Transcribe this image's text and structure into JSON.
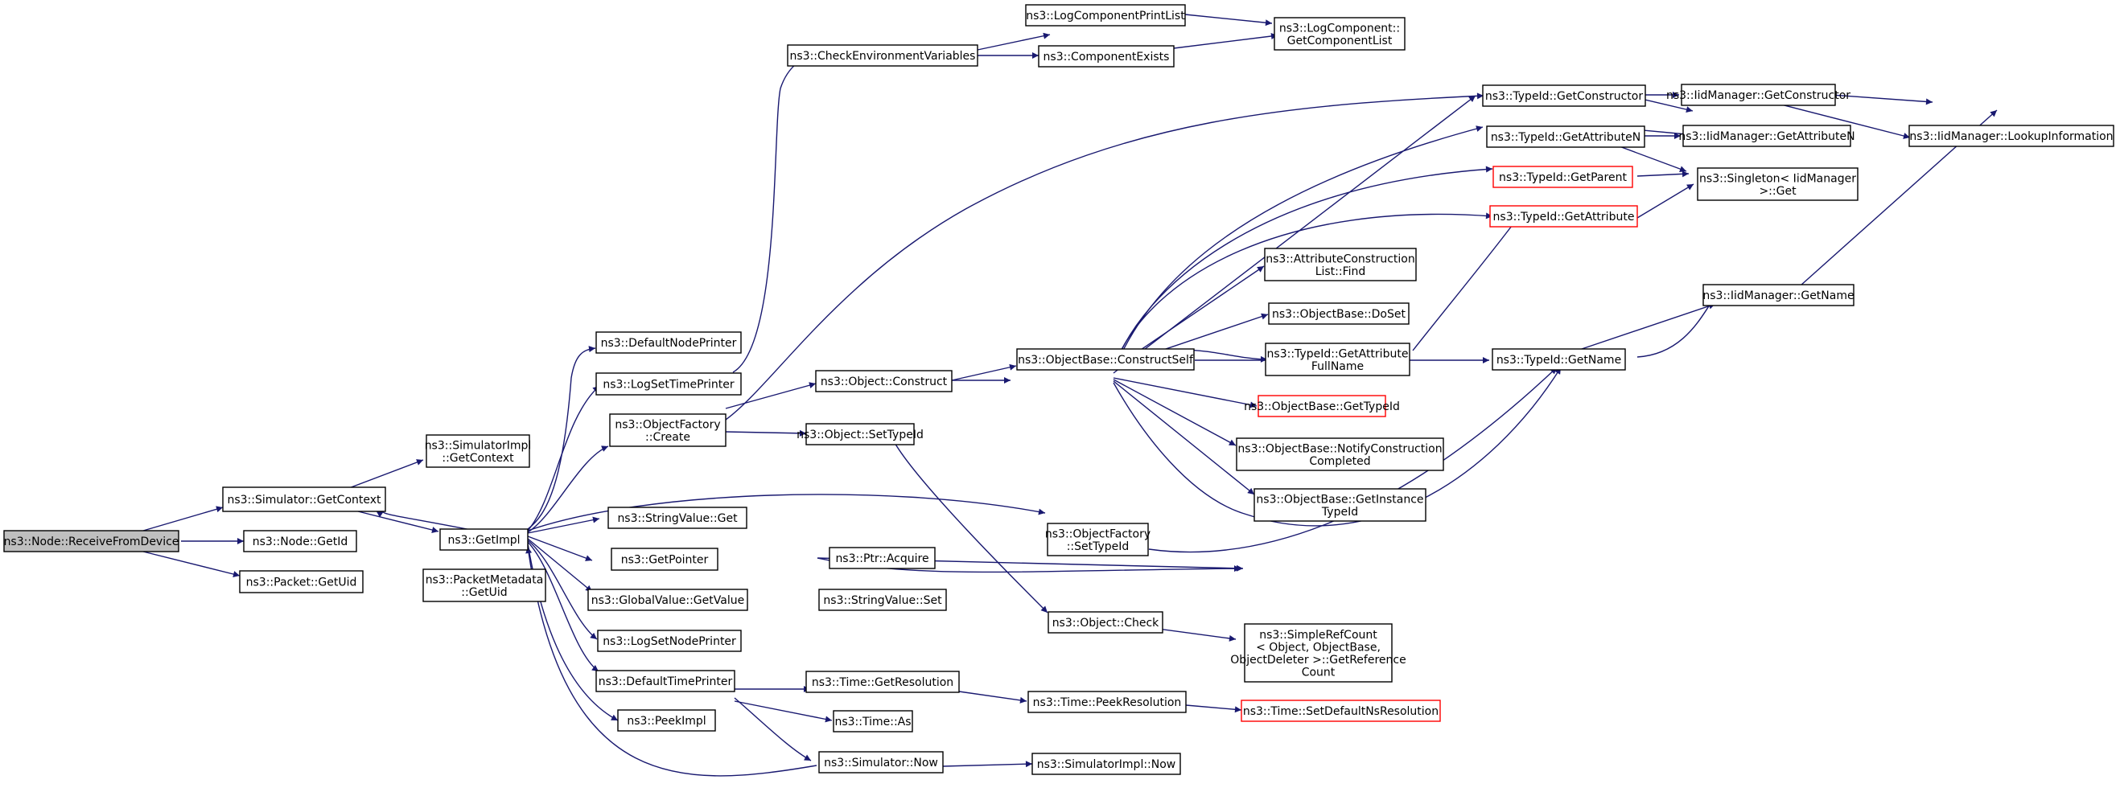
{
  "colors": {
    "edge": "#191970",
    "root_fill": "#bfbfbf",
    "truncated_border": "#ff0000"
  },
  "nodes": [
    {
      "id": "receive",
      "lines": [
        "ns3::Node::ReceiveFromDevice"
      ],
      "style": "root"
    },
    {
      "id": "getcontext",
      "lines": [
        "ns3::Simulator::GetContext"
      ]
    },
    {
      "id": "getid",
      "lines": [
        "ns3::Node::GetId"
      ]
    },
    {
      "id": "packetgetuid",
      "lines": [
        "ns3::Packet::GetUid"
      ]
    },
    {
      "id": "pmgetuid",
      "lines": [
        "ns3::PacketMetadata",
        "::GetUid"
      ]
    },
    {
      "id": "simimplgetcontext",
      "lines": [
        "ns3::SimulatorImpl",
        "::GetContext"
      ]
    },
    {
      "id": "getimpl",
      "lines": [
        "ns3::GetImpl"
      ]
    },
    {
      "id": "defaultnodeprinter",
      "lines": [
        "ns3::DefaultNodePrinter"
      ]
    },
    {
      "id": "logsettimeprinter",
      "lines": [
        "ns3::LogSetTimePrinter"
      ]
    },
    {
      "id": "objfactorycreate",
      "lines": [
        "ns3::ObjectFactory",
        "::Create"
      ]
    },
    {
      "id": "stringvalueget",
      "lines": [
        "ns3::StringValue::Get"
      ]
    },
    {
      "id": "getpointer",
      "lines": [
        "ns3::GetPointer"
      ]
    },
    {
      "id": "globalvaluegetvalue",
      "lines": [
        "ns3::GlobalValue::GetValue"
      ]
    },
    {
      "id": "logsetnodeprinter",
      "lines": [
        "ns3::LogSetNodePrinter"
      ]
    },
    {
      "id": "defaulttimeprinter",
      "lines": [
        "ns3::DefaultTimePrinter"
      ]
    },
    {
      "id": "peekimpl",
      "lines": [
        "ns3::PeekImpl"
      ]
    },
    {
      "id": "checkenv",
      "lines": [
        "ns3::CheckEnvironmentVariables"
      ]
    },
    {
      "id": "logcompprintlist",
      "lines": [
        "ns3::LogComponentPrintList"
      ]
    },
    {
      "id": "componentexists",
      "lines": [
        "ns3::ComponentExists"
      ]
    },
    {
      "id": "logcompgetlist",
      "lines": [
        "ns3::LogComponent::",
        "GetComponentList"
      ]
    },
    {
      "id": "objectconstruct",
      "lines": [
        "ns3::Object::Construct"
      ]
    },
    {
      "id": "objectsettypeid",
      "lines": [
        "ns3::Object::SetTypeId"
      ]
    },
    {
      "id": "ptracquire",
      "lines": [
        "ns3::Ptr::Acquire"
      ]
    },
    {
      "id": "stringvalueset",
      "lines": [
        "ns3::StringValue::Set"
      ]
    },
    {
      "id": "timegetresolution",
      "lines": [
        "ns3::Time::GetResolution"
      ]
    },
    {
      "id": "timeas",
      "lines": [
        "ns3::Time::As"
      ]
    },
    {
      "id": "simulatornow",
      "lines": [
        "ns3::Simulator::Now"
      ]
    },
    {
      "id": "objfactorysettypeid",
      "lines": [
        "ns3::ObjectFactory",
        "::SetTypeId"
      ]
    },
    {
      "id": "objectcheck",
      "lines": [
        "ns3::Object::Check"
      ]
    },
    {
      "id": "timepeekresolution",
      "lines": [
        "ns3::Time::PeekResolution"
      ]
    },
    {
      "id": "simimplnow",
      "lines": [
        "ns3::SimulatorImpl::Now"
      ]
    },
    {
      "id": "constructself",
      "lines": [
        "ns3::ObjectBase::ConstructSelf"
      ]
    },
    {
      "id": "simplerefcount",
      "lines": [
        "ns3::SimpleRefCount",
        "< Object, ObjectBase,",
        "ObjectDeleter >::GetReference",
        "Count"
      ]
    },
    {
      "id": "setdefaultnsres",
      "lines": [
        "ns3::Time::SetDefaultNsResolution"
      ],
      "style": "red"
    },
    {
      "id": "typeidgetconstructor",
      "lines": [
        "ns3::TypeId::GetConstructor"
      ]
    },
    {
      "id": "typeidgetattributen",
      "lines": [
        "ns3::TypeId::GetAttributeN"
      ]
    },
    {
      "id": "typeidgetparent",
      "lines": [
        "ns3::TypeId::GetParent"
      ],
      "style": "red"
    },
    {
      "id": "typeidgetattribute",
      "lines": [
        "ns3::TypeId::GetAttribute"
      ],
      "style": "red"
    },
    {
      "id": "attrconstructlistfind",
      "lines": [
        "ns3::AttributeConstruction",
        "List::Find"
      ]
    },
    {
      "id": "objectbasedoset",
      "lines": [
        "ns3::ObjectBase::DoSet"
      ]
    },
    {
      "id": "typeidgetattrfullname",
      "lines": [
        "ns3::TypeId::GetAttribute",
        "FullName"
      ]
    },
    {
      "id": "objectbasegettypeid",
      "lines": [
        "ns3::ObjectBase::GetTypeId"
      ],
      "style": "red"
    },
    {
      "id": "notifyconstruction",
      "lines": [
        "ns3::ObjectBase::NotifyConstruction",
        "Completed"
      ]
    },
    {
      "id": "getinstancetypeid",
      "lines": [
        "ns3::ObjectBase::GetInstance",
        "TypeId"
      ]
    },
    {
      "id": "typeidgetname",
      "lines": [
        "ns3::TypeId::GetName"
      ]
    },
    {
      "id": "iidgetconstructor",
      "lines": [
        "ns3::IidManager::GetConstructor"
      ]
    },
    {
      "id": "iidgetattributen",
      "lines": [
        "ns3::IidManager::GetAttributeN"
      ]
    },
    {
      "id": "singletonget",
      "lines": [
        "ns3::Singleton< IidManager",
        ">::Get"
      ]
    },
    {
      "id": "iidgetname",
      "lines": [
        "ns3::IidManager::GetName"
      ]
    },
    {
      "id": "iidlookupinfo",
      "lines": [
        "ns3::IidManager::LookupInformation"
      ]
    }
  ]
}
